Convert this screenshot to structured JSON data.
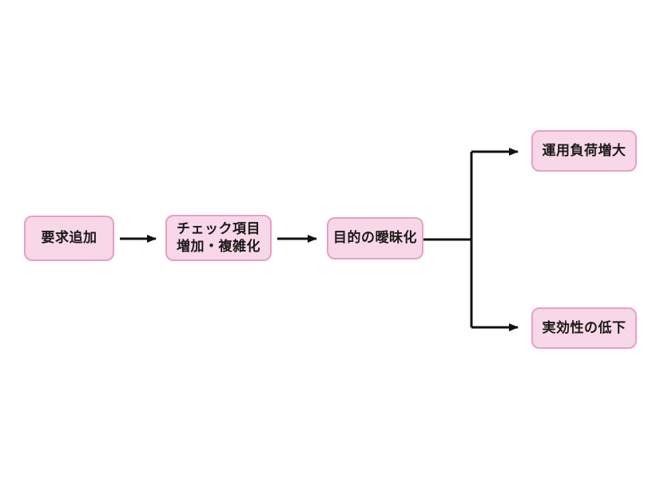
{
  "diagram": {
    "title": "requirements-creep-flowchart",
    "nodes": [
      {
        "id": "request-addition",
        "label": "要求追加"
      },
      {
        "id": "check-items-increase",
        "label": "チェック項目\n増加・複雑化"
      },
      {
        "id": "purpose-ambiguity",
        "label": "目的の曖昧化"
      },
      {
        "id": "operational-load-increase",
        "label": "運用負荷増大"
      },
      {
        "id": "effectiveness-decline",
        "label": "実効性の低下"
      }
    ],
    "edges": [
      {
        "from": "request-addition",
        "to": "check-items-increase",
        "style": "arrow"
      },
      {
        "from": "check-items-increase",
        "to": "purpose-ambiguity",
        "style": "arrow"
      },
      {
        "from": "purpose-ambiguity",
        "to": "operational-load-increase",
        "style": "arrow-branch"
      },
      {
        "from": "purpose-ambiguity",
        "to": "effectiveness-decline",
        "style": "arrow-branch"
      }
    ]
  },
  "colors": {
    "node_fill": "#f8d7e8",
    "node_border": "#e89fc6",
    "arrow_color": "#111111",
    "text_color": "#1a1a1a",
    "background": "#ffffff"
  }
}
